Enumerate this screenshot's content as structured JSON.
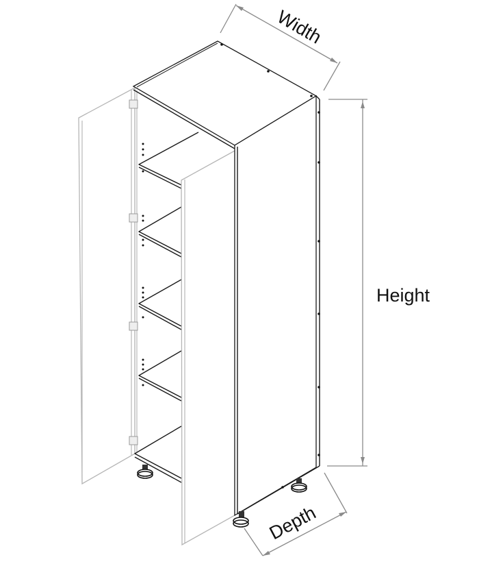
{
  "diagram": {
    "subject": "Tall pantry cabinet with open doors and adjustable shelves",
    "dimensions": {
      "width_label": "Width",
      "height_label": "Height",
      "depth_label": "Depth"
    },
    "parts": {
      "shelves_count": 5,
      "doors_count": 2,
      "legs_count": 3,
      "hinges_count": 4
    },
    "colors": {
      "line": "#1a1a1a",
      "faint_line": "#b5b5b5",
      "dimension_line": "#8a8a8a",
      "background": "#ffffff"
    }
  }
}
